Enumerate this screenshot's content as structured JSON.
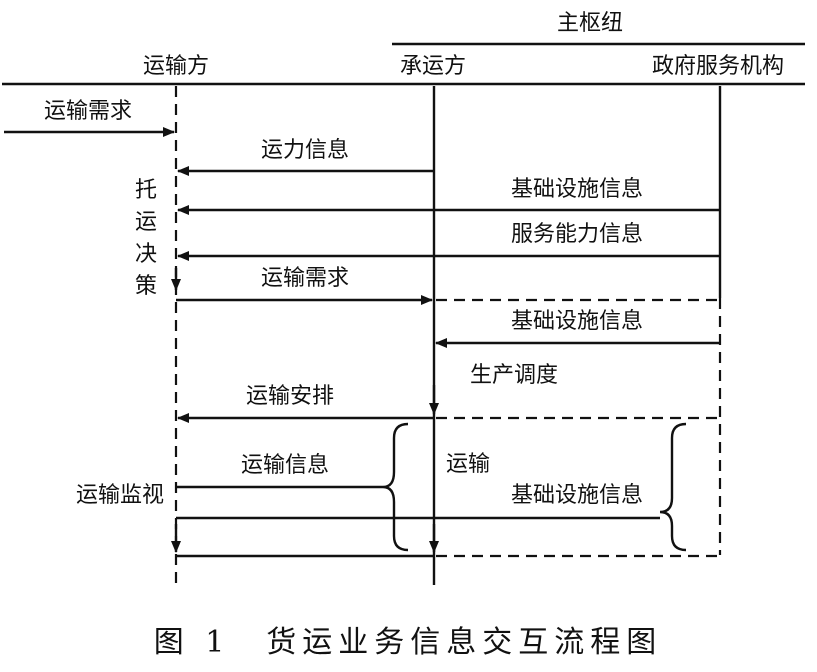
{
  "header": {
    "group_label": "主枢纽",
    "lanes": {
      "shipper": "运输方",
      "carrier": "承运方",
      "government": "政府服务机构"
    }
  },
  "messages": {
    "transport_demand_in": "运输需求",
    "capacity_info": "运力信息",
    "infrastructure_info_1": "基础设施信息",
    "service_capability_info": "服务能力信息",
    "transport_demand_out": "运输需求",
    "infrastructure_info_2": "基础设施信息",
    "production_dispatch": "生产调度",
    "transport_arrangement": "运输安排",
    "transport_info": "运输信息",
    "transport": "运输",
    "infrastructure_info_3": "基础设施信息",
    "transport_monitoring": "运输监视"
  },
  "shipping_decision": [
    "托",
    "运",
    "决",
    "策"
  ],
  "caption": "图 1　货运业务信息交互流程图"
}
